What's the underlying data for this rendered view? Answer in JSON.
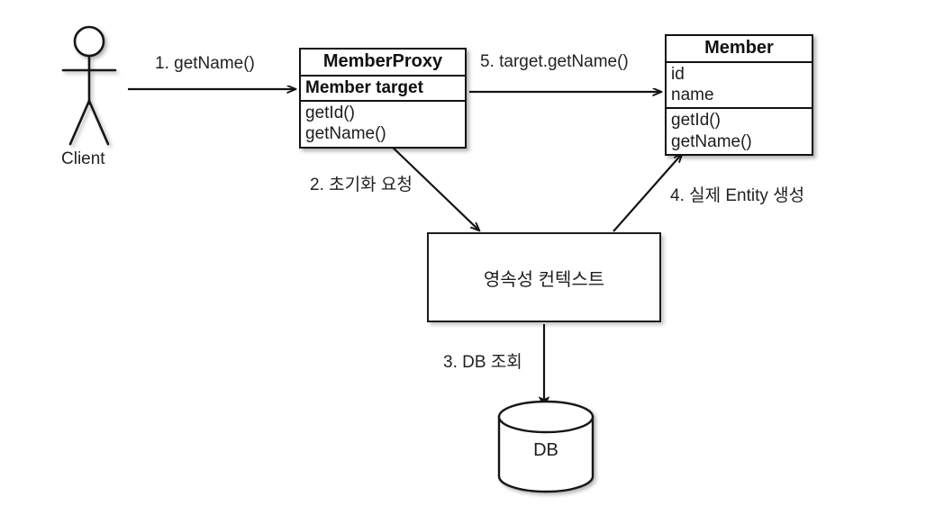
{
  "diagram": {
    "title": "JPA Proxy / Persistence Context flow diagram",
    "background_color": "#ffffff",
    "stroke_color": "#121212",
    "text_color": "#1d1d1d"
  },
  "actor": {
    "name": "client-actor",
    "label": "Client"
  },
  "classes": [
    {
      "id": "member-proxy",
      "title": "MemberProxy",
      "fields": [
        "Member target"
      ],
      "fields_bold": true,
      "methods": [
        "getId()",
        "getName()"
      ]
    },
    {
      "id": "member",
      "title": "Member",
      "fields": [
        "id",
        "name"
      ],
      "fields_bold": false,
      "methods": [
        "getId()",
        "getName()"
      ]
    }
  ],
  "nodes": {
    "persistence_context": "영속성 컨텍스트",
    "database": "DB"
  },
  "flows": [
    {
      "id": "flow-1",
      "label": "1. getName()"
    },
    {
      "id": "flow-2",
      "label": "2. 초기화 요청"
    },
    {
      "id": "flow-3",
      "label": "3. DB 조회"
    },
    {
      "id": "flow-4",
      "label": "4. 실제 Entity 생성"
    },
    {
      "id": "flow-5",
      "label": "5. target.getName()"
    }
  ]
}
